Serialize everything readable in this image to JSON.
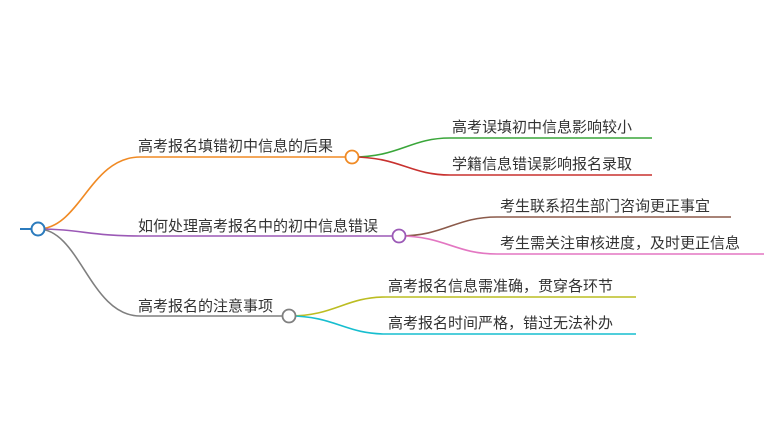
{
  "root": {
    "label": "",
    "color": "#2b7bbd"
  },
  "branches": [
    {
      "label": "高考报名填错初中信息的后果",
      "color": "#f08a24",
      "children": [
        {
          "label": "高考误填初中信息影响较小",
          "color": "#3aa63a"
        },
        {
          "label": "学籍信息错误影响报名录取",
          "color": "#c8312f"
        }
      ]
    },
    {
      "label": "如何处理高考报名中的初中信息错误",
      "color": "#9b59b6",
      "children": [
        {
          "label": "考生联系招生部门咨询更正事宜",
          "color": "#8b5a4a"
        },
        {
          "label": "考生需关注审核进度，及时更正信息",
          "color": "#e377c2"
        }
      ]
    },
    {
      "label": "高考报名的注意事项",
      "color": "#7f7f7f",
      "children": [
        {
          "label": "高考报名信息需准确，贯穿各环节",
          "color": "#bcbd22"
        },
        {
          "label": "高考报名时间严格，错过无法补办",
          "color": "#17becf"
        }
      ]
    }
  ]
}
